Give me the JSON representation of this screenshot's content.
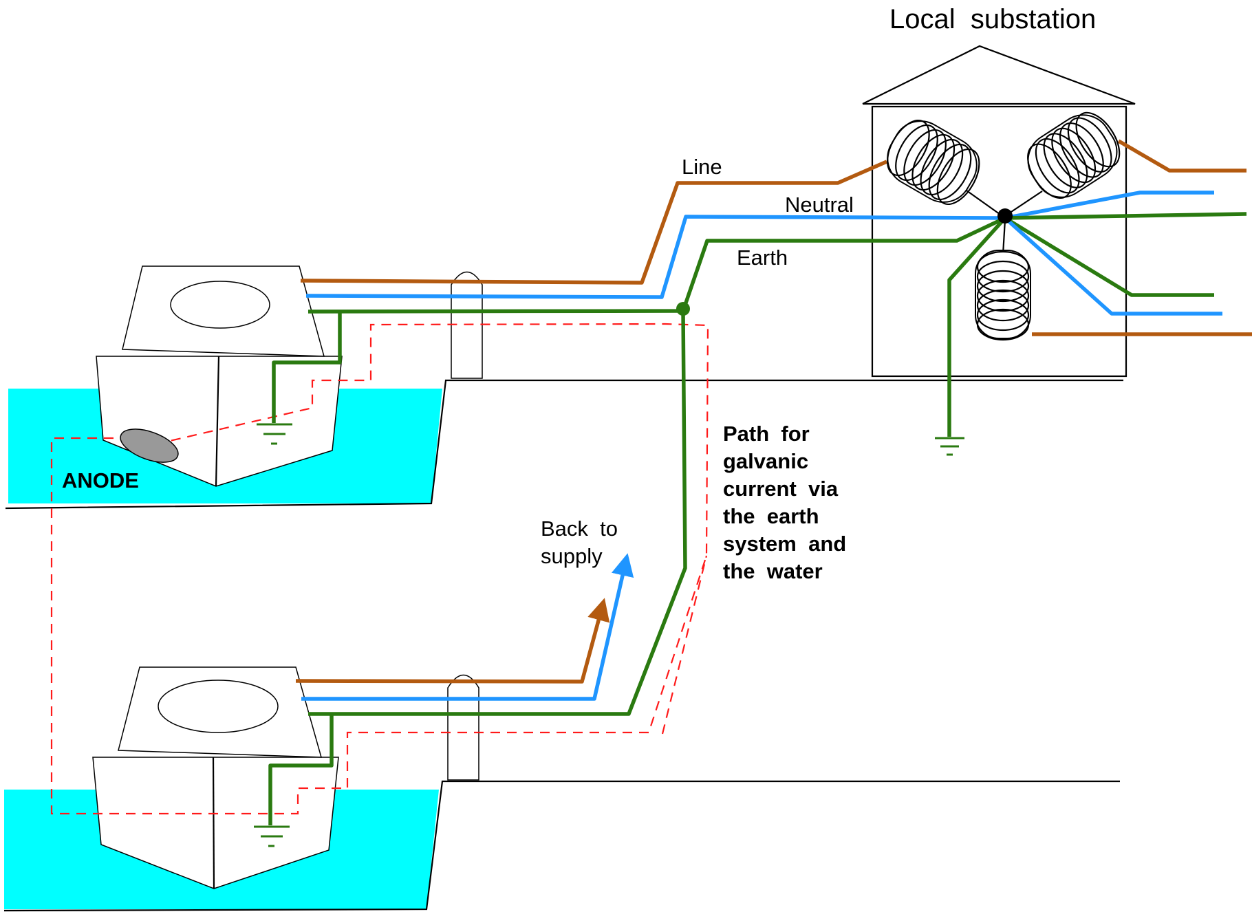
{
  "labels": {
    "substation": "Local  substation",
    "line": "Line",
    "neutral": "Neutral",
    "earth": "Earth",
    "anode": "ANODE",
    "back_to_supply": [
      "Back  to",
      "supply"
    ],
    "galvanic_path": [
      "Path  for",
      "galvanic",
      "current  via",
      "the  earth",
      "system  and",
      "the  water"
    ]
  },
  "colors": {
    "line": "#b35a10",
    "neutral": "#1f95ff",
    "earth": "#2a7a10",
    "galvanic_path": "#ff1a1a",
    "water": "#00ffff",
    "anode": "#999999"
  }
}
